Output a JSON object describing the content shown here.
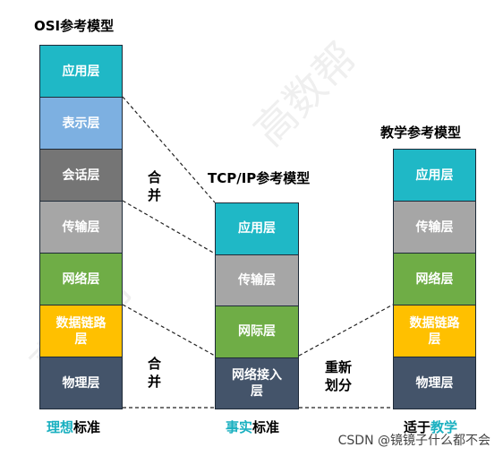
{
  "colors": {
    "teal": "#1fb8c6",
    "lightblue": "#7db0e1",
    "darkgray": "#757575",
    "gray": "#a6a6a6",
    "green": "#6fad46",
    "yellow": "#ffc000",
    "navy": "#44546a",
    "highlight": "#1ab0c0"
  },
  "osi": {
    "title": "OSI参考模型",
    "layers": [
      {
        "label": "应用层",
        "color": "teal"
      },
      {
        "label": "表示层",
        "color": "lightblue"
      },
      {
        "label": "会话层",
        "color": "darkgray"
      },
      {
        "label": "传输层",
        "color": "gray"
      },
      {
        "label": "网络层",
        "color": "green"
      },
      {
        "label": "数据链路\n层",
        "color": "yellow"
      },
      {
        "label": "物理层",
        "color": "navy"
      }
    ],
    "caption_highlight": "理想",
    "caption_rest": "标准"
  },
  "tcpip": {
    "title": "TCP/IP参考模型",
    "layers": [
      {
        "label": "应用层",
        "color": "teal"
      },
      {
        "label": "传输层",
        "color": "gray"
      },
      {
        "label": "网际层",
        "color": "green"
      },
      {
        "label": "网络接入\n层",
        "color": "navy"
      }
    ],
    "caption_highlight": "事实",
    "caption_rest": "标准"
  },
  "teaching": {
    "title": "教学参考模型",
    "layers": [
      {
        "label": "应用层",
        "color": "teal"
      },
      {
        "label": "传输层",
        "color": "gray"
      },
      {
        "label": "网络层",
        "color": "green"
      },
      {
        "label": "数据链路\n层",
        "color": "yellow"
      },
      {
        "label": "物理层",
        "color": "navy"
      }
    ],
    "caption_prefix": "适于",
    "caption_highlight": "教学"
  },
  "notes": {
    "merge_top": "合\n并",
    "merge_bottom": "合\n并",
    "redivide": "重新\n划分"
  },
  "credit": "CSDN @镜镜子什么都不会",
  "watermark": "高数帮"
}
